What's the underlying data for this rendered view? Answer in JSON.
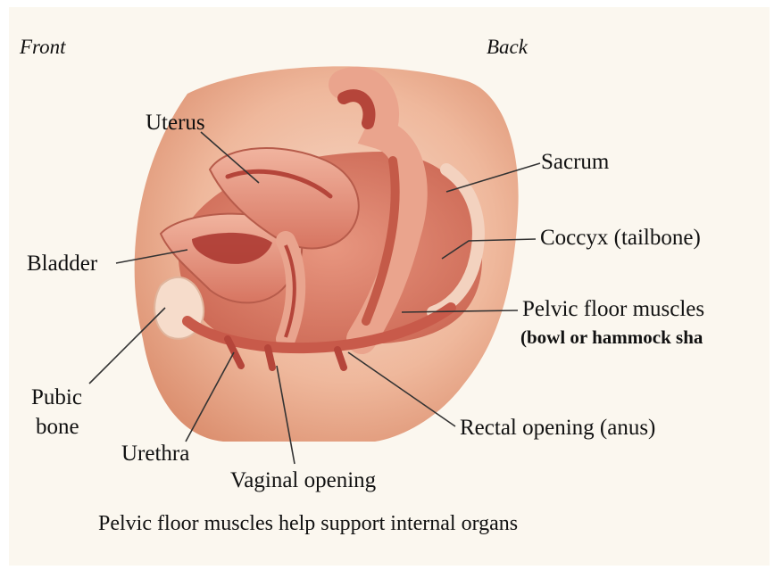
{
  "orientation": {
    "front": "Front",
    "back": "Back"
  },
  "labels": {
    "uterus": "Uterus",
    "sacrum": "Sacrum",
    "bladder": "Bladder",
    "coccyx": "Coccyx (tailbone)",
    "pelvic_floor": "Pelvic floor muscles",
    "pelvic_floor_shape": "(bowl or hammock sha",
    "pubic_bone_line1": "Pubic",
    "pubic_bone_line2": "bone",
    "urethra": "Urethra",
    "rectal_opening": "Rectal opening (anus)",
    "vaginal_opening": "Vaginal opening"
  },
  "caption": "Pelvic floor muscles help support internal organs",
  "colors": {
    "background": "#fbf7ef",
    "skin": "#efb79b",
    "skin_shadow": "#dd9274",
    "organ": "#e5907e",
    "organ_dark": "#b5453a",
    "organ_light": "#f3c3ae",
    "muscle": "#c85a4a",
    "line": "#333333"
  }
}
